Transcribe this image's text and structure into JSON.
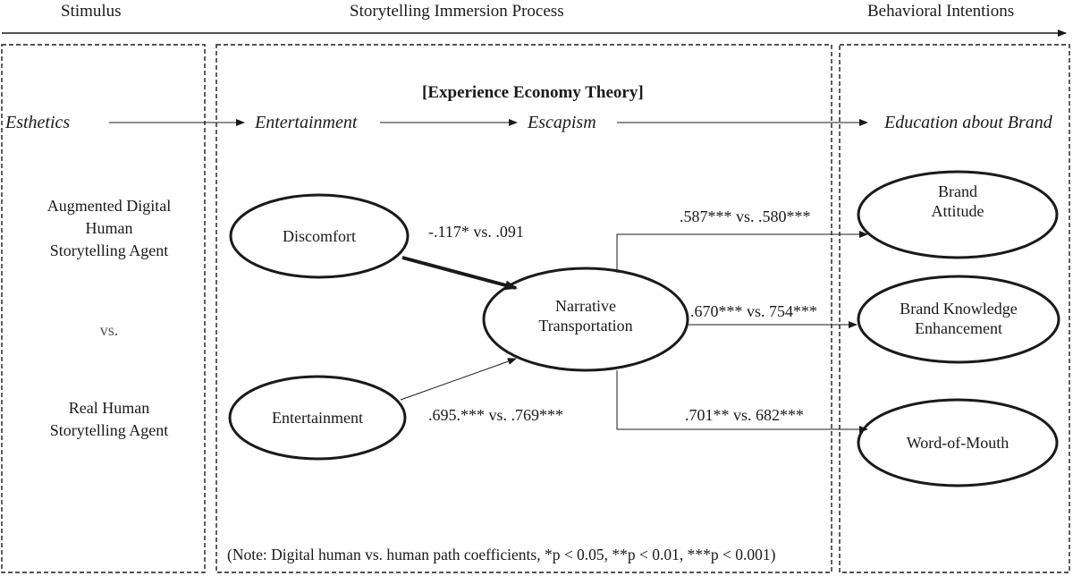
{
  "header": {
    "stimulus": "Stimulus",
    "process": "Storytelling Immersion Process",
    "intentions": "Behavioral Intentions"
  },
  "theory_title": "[Experience Economy Theory]",
  "flow": {
    "esthetics": "Esthetics",
    "entertainment": "Entertainment",
    "escapism": "Escapism",
    "education": "Education about Brand"
  },
  "stimulus": {
    "agent_a_line1": "Augmented Digital",
    "agent_a_line2": "Human",
    "agent_a_line3": "Storytelling Agent",
    "vs": "vs.",
    "agent_b_line1": "Real Human",
    "agent_b_line2": "Storytelling Agent"
  },
  "nodes": {
    "discomfort": "Discomfort",
    "entertainment": "Entertainment",
    "narrative_line1": "Narrative",
    "narrative_line2": "Transportation",
    "brand_attitude_line1": "Brand",
    "brand_attitude_line2": "Attitude",
    "brand_knowledge_line1": "Brand Knowledge",
    "brand_knowledge_line2": "Enhancement",
    "wom": "Word-of-Mouth"
  },
  "paths": {
    "discomfort_to_nt": "-.117* vs. .091",
    "entertainment_to_nt": ".695.*** vs. .769***",
    "nt_to_attitude": ".587*** vs. .580***",
    "nt_to_knowledge": ".670*** vs. 754***",
    "nt_to_wom": ".701** vs. 682***"
  },
  "note": "(Note: Digital human vs. human path coefficients, *p < 0.05, **p < 0.01, ***p < 0.001)"
}
